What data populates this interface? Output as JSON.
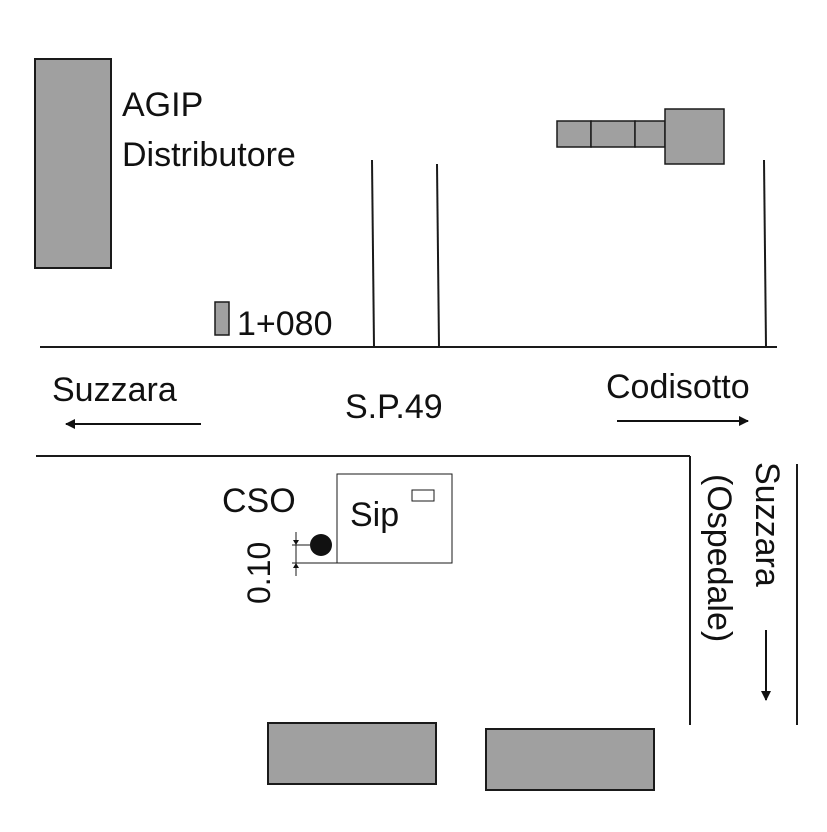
{
  "labels": {
    "station_name_line1": "AGIP",
    "station_name_line2": "Distributore",
    "kilometer_marker": "1+080",
    "road_name": "S.P.49",
    "direction_west": "Suzzara",
    "direction_east": "Codisotto",
    "direction_south_line1": "Suzzara",
    "direction_south_line2": "(Ospedale)",
    "point_label": "CSO",
    "cabinet_label": "Sip",
    "offset_dimension": "0.10"
  },
  "colors": {
    "building_fill": "#a0a0a0",
    "stroke": "#1a1a1a",
    "background": "#ffffff"
  }
}
